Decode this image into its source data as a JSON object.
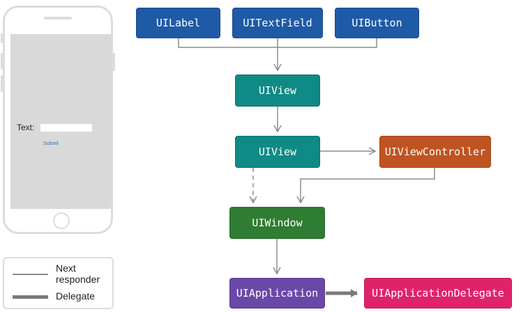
{
  "phone": {
    "text_label": "Text:",
    "submit_label": "Submit"
  },
  "nodes": {
    "uilabel": "UILabel",
    "uitextfield": "UITextField",
    "uibutton": "UIButton",
    "uiview_top": "UIView",
    "uiview_bottom": "UIView",
    "uiviewcontroller": "UIViewController",
    "uiwindow": "UIWindow",
    "uiapplication": "UIApplication",
    "uiapplicationdelegate": "UIApplicationDelegate"
  },
  "legend": {
    "next_responder_line1": "Next",
    "next_responder_line2": "responder",
    "delegate": "Delegate"
  },
  "colors": {
    "blue": "#1f5aa6",
    "teal": "#0f8a85",
    "orange": "#bf5422",
    "green": "#2e7d32",
    "purple": "#6a48a8",
    "pink": "#e0226b",
    "arrow": "#8c8c8c"
  }
}
